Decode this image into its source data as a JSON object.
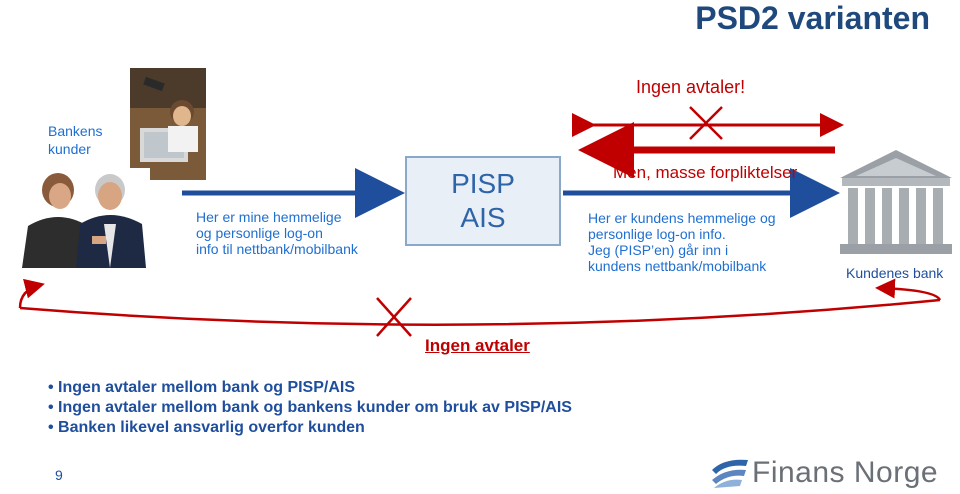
{
  "title": "PSD2 varianten",
  "customers_label": "Bankens\nkunder",
  "customer_text": [
    "Her er mine hemmelige",
    "og personlige log-on",
    "info til nettbank/mobilbank"
  ],
  "pisp_box": [
    "PISP",
    "AIS"
  ],
  "no_agreements_top": "Ingen avtaler!",
  "obligations": "Men, masse forpliktelser",
  "pisp_text": [
    "Her er kundens hemmelige og",
    "personlige log-on info.",
    "Jeg (PISP’en) går inn i",
    "kundens nettbank/mobilbank"
  ],
  "bank_label": "Kundenes bank",
  "no_agreements_bottom": "Ingen avtaler",
  "bullets": [
    "Ingen avtaler mellom bank og PISP/AIS",
    "Ingen avtaler mellom bank og bankens kunder om bruk av PISP/AIS",
    "Banken likevel ansvarlig overfor kunden"
  ],
  "page_number": "9",
  "logo": {
    "name": "Finans Norge",
    "icon": "finans-norge-logo-icon"
  },
  "colors": {
    "title": "#1f497d",
    "red": "#c00000",
    "blue_text": "#1f6fd1",
    "arrow_blue": "#1f4e9c"
  }
}
